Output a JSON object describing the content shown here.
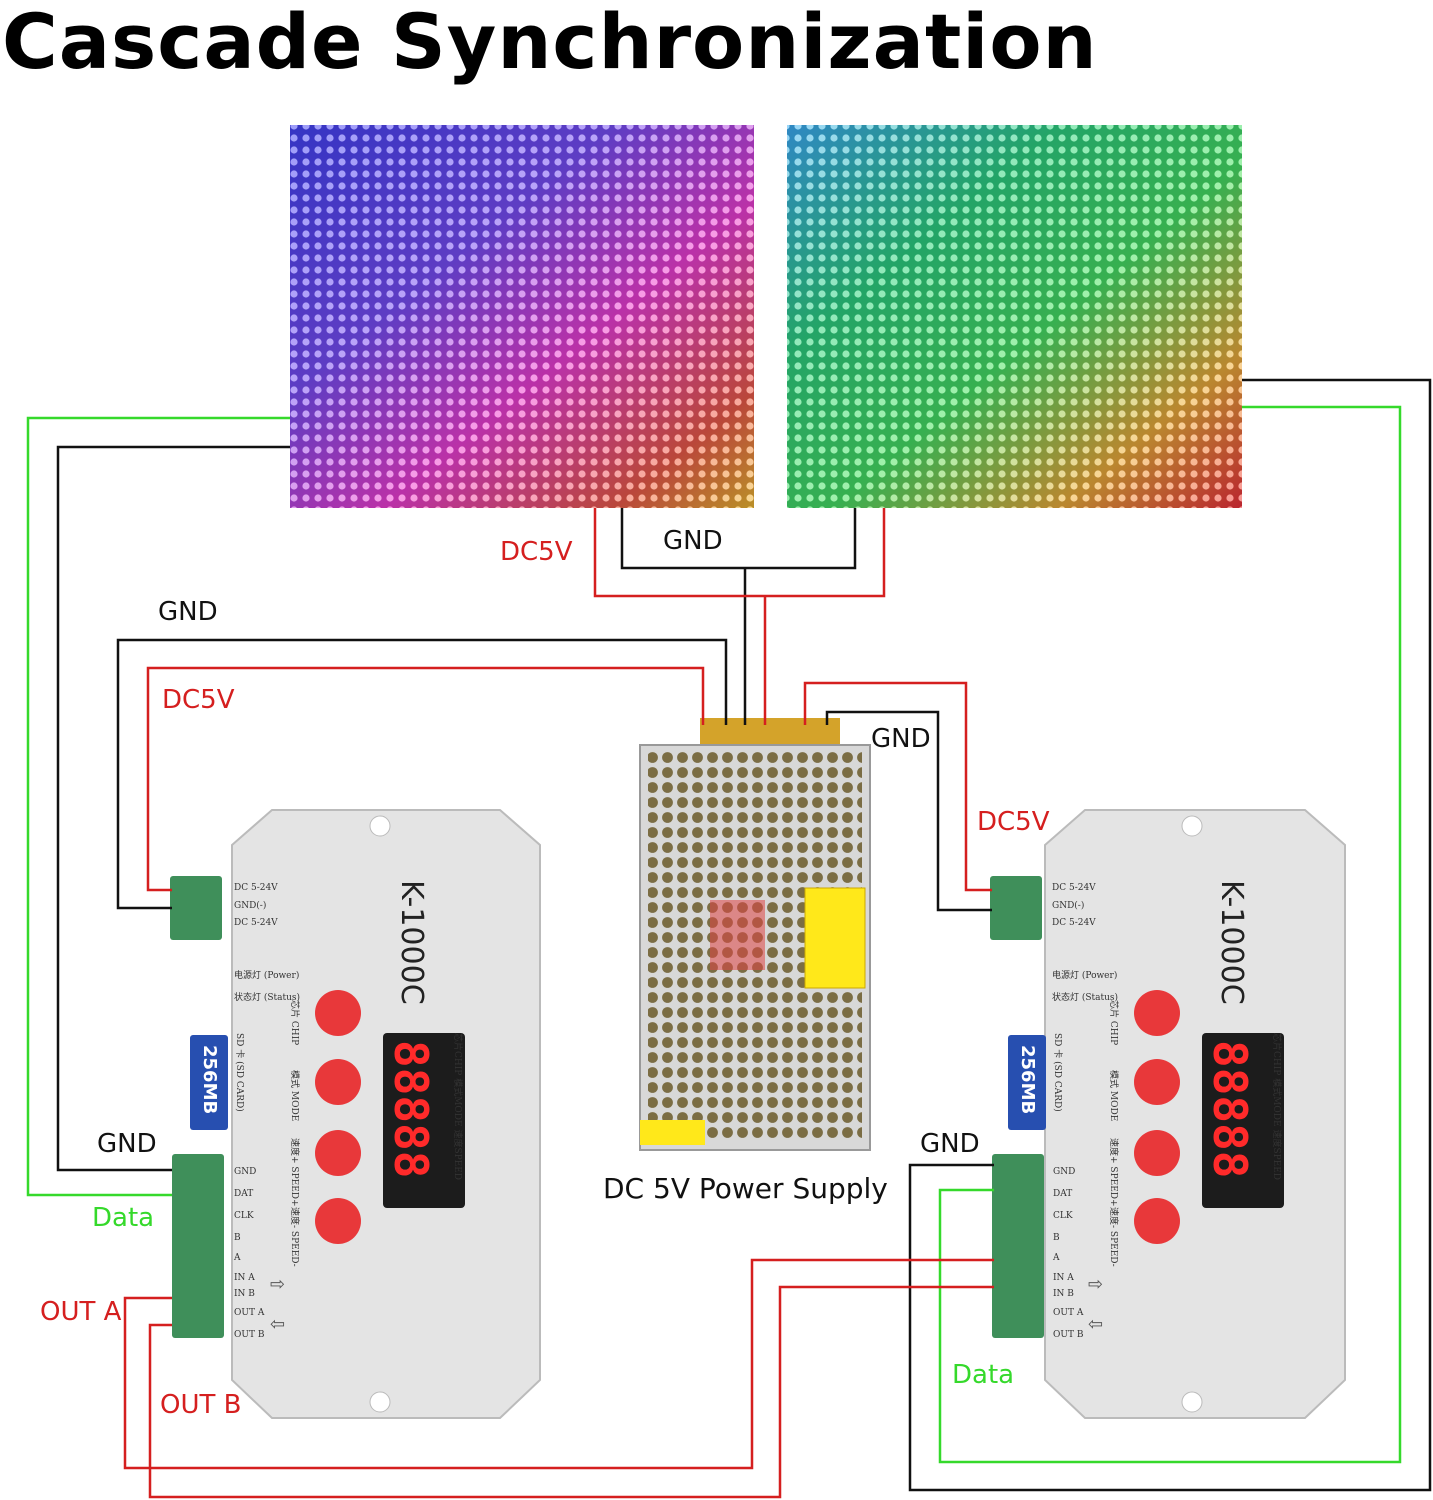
{
  "title": "Cascade Synchronization",
  "labels": {
    "panel_gnd": "GND",
    "panel_dc5v": "DC5V",
    "left_gnd_top": "GND",
    "left_dc5v": "DC5V",
    "right_gnd_top": "GND",
    "right_dc5v": "DC5V",
    "left_gnd_bottom": "GND",
    "left_data": "Data",
    "out_a": "OUT A",
    "out_b": "OUT B",
    "right_gnd_bottom": "GND",
    "right_data": "Data"
  },
  "power_supply": {
    "caption": "DC 5V Power Supply"
  },
  "controller": {
    "model": "K-1000C",
    "display": "88888",
    "sd_card": "256MB",
    "sd_label": "SD 卡 (SD CARD)",
    "power_label": "电源灯 (Power)",
    "status_label": "状态灯 (Status)",
    "top_terminals": [
      "DC 5-24V",
      "GND(-)",
      "DC 5-24V"
    ],
    "bottom_terminals": [
      "GND",
      "DAT",
      "CLK",
      "B",
      "A",
      "IN A",
      "IN B",
      "OUT A",
      "OUT B"
    ],
    "buttons": [
      "芯片 CHIP",
      "模式 MODE",
      "速度+ SPEED+",
      "速度- SPEED-"
    ],
    "display_label": "芯片CHIP 模式MODE 速度SPEED"
  },
  "colors": {
    "wire_red": "#d51f1f",
    "wire_black": "#111111",
    "wire_green": "#35d92b",
    "controller_body": "#e4e4e4",
    "terminal_green": "#3f8f5a",
    "button_red": "#e8383a"
  }
}
